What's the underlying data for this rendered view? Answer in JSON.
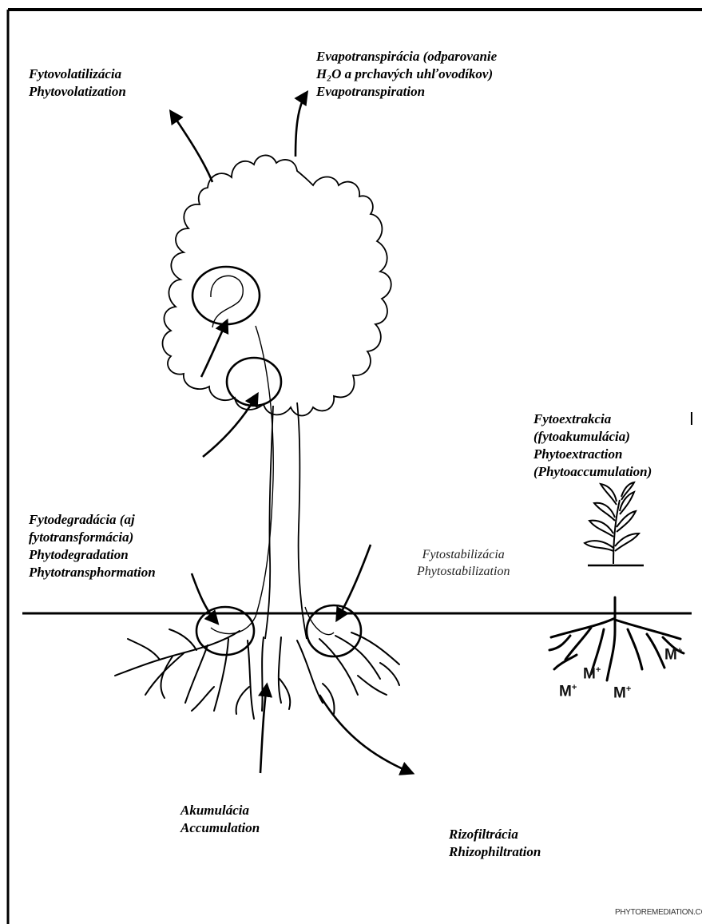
{
  "labels": {
    "volatilization": [
      "Fytovolatilizácia",
      "Phytovolatization"
    ],
    "evapotranspiration": [
      "Evapotranspirácia (odparovanie",
      "H₂O a prchavých uhľovodíkov)",
      "Evapotranspiration"
    ],
    "extraction": [
      "Fytoextrakcia",
      "(fytoakumulácia)",
      "Phytoextraction",
      "(Phytoaccumulation)"
    ],
    "degradation": [
      "Fytodegradácia (aj",
      "fytotransformácia)",
      "Phytodegradation",
      "Phytotransphormation"
    ],
    "stabilization": [
      "Fytostabilizácia",
      "Phytostabilization"
    ],
    "accumulation": [
      "Akumulácia",
      "Accumulation"
    ],
    "rhizofiltration": [
      "Rizofiltrácia",
      "Rhizophiltration"
    ]
  },
  "ion_label": "M",
  "ion_charge": "+",
  "watermark": "PHYTOREMEDIATION.COM"
}
